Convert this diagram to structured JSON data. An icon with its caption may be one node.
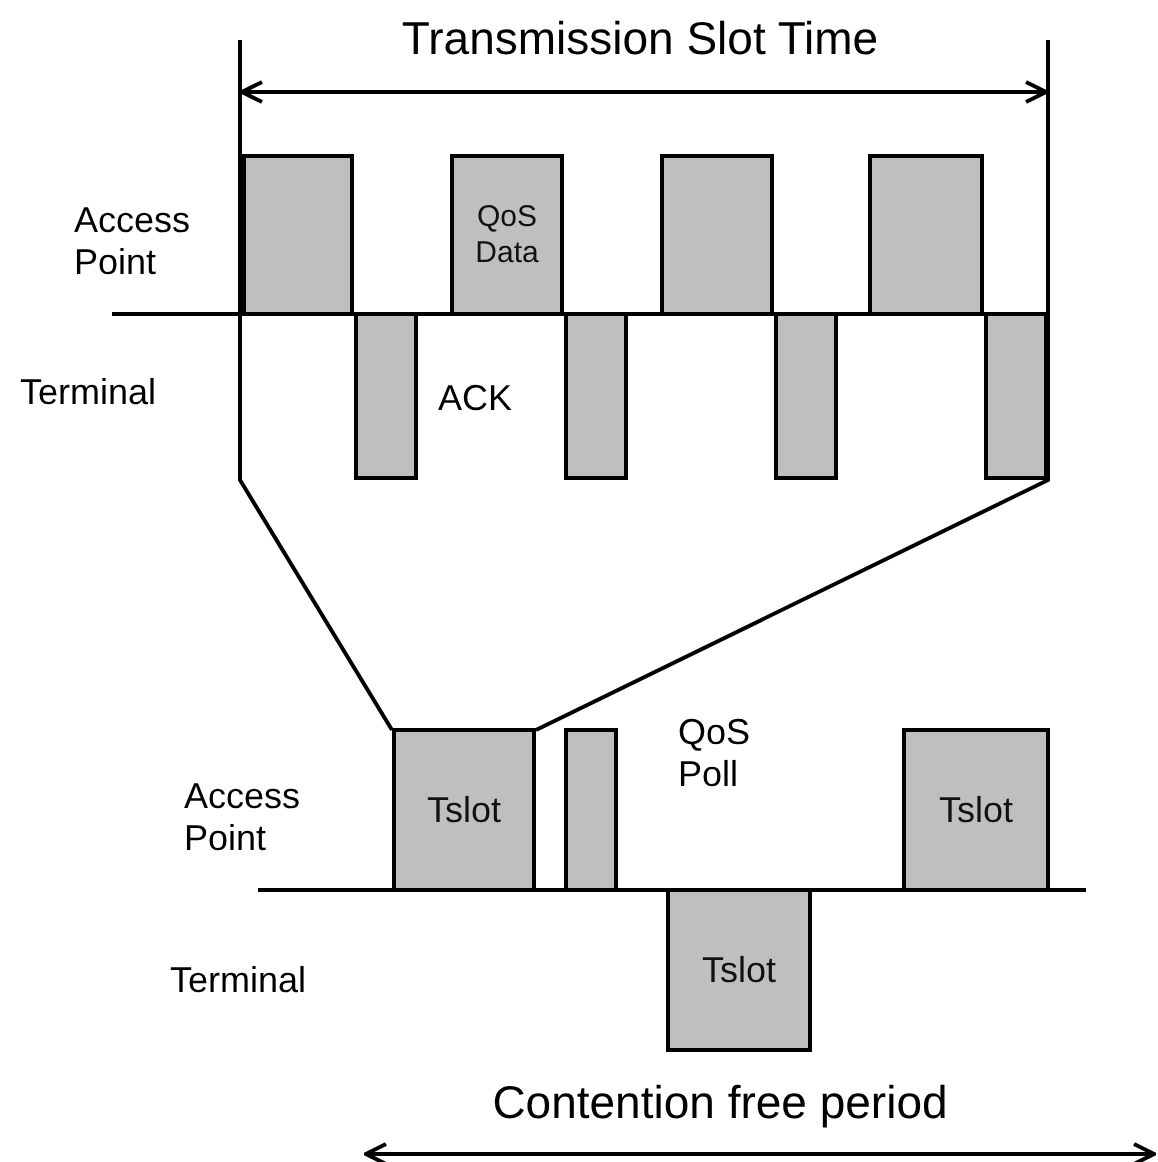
{
  "diagram": {
    "nodes": [
      {
        "text": [],
        "shape": "box"
      },
      {
        "text": [
          "QoS Data"
        ]
      },
      {
        "text": [],
        "shape": "box"
      },
      {
        "text": [],
        "shape": "box"
      },
      {
        "text": [],
        "shape": "box"
      },
      {
        "text": [],
        "shape": "box"
      },
      {
        "text": [],
        "shape": "box"
      },
      {
        "text": [],
        "shape": "box"
      },
      {
        "text": [
          "Tslot"
        ]
      },
      {
        "text": [],
        "shape": "box"
      },
      {
        "text": [
          "Tslot"
        ]
      },
      {
        "text": [
          "Tslot"
        ]
      }
    ],
    "labels": [
      "Transmission Slot Time",
      "Access Point",
      "Terminal",
      "ACK",
      "Access Point",
      "QoS Poll",
      "Terminal",
      "Contention free period"
    ]
  }
}
